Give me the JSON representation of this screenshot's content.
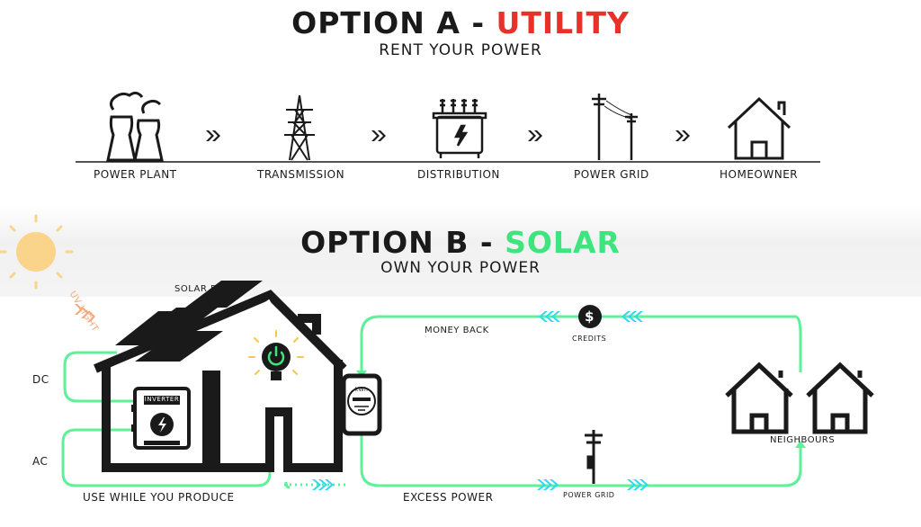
{
  "option_a": {
    "title_prefix": "OPTION A - ",
    "title_accent": "UTILITY",
    "subtitle": "RENT YOUR POWER",
    "steps": [
      "POWER PLANT",
      "TRANSMISSION",
      "DISTRIBUTION",
      "POWER GRID",
      "HOMEOWNER"
    ]
  },
  "option_b": {
    "title_prefix": "OPTION B - ",
    "title_accent": "SOLAR",
    "subtitle": "OWN YOUR POWER"
  },
  "labels": {
    "uv_light": "UV LIGHT",
    "solar_panels": "SOLAR PANELS",
    "dc": "DC",
    "ac": "AC",
    "inverter": "INVERTER",
    "meter": "kWh",
    "money_back": "MONEY BACK",
    "credits": "CREDITS",
    "neighbours": "NEIGHBOURS",
    "use_while_you_produce": "USE WHILE YOU PRODUCE",
    "excess_power": "EXCESS POWER",
    "power_grid": "POWER GRID"
  },
  "colors": {
    "utility_accent": "#e8312a",
    "solar_accent": "#3ee57f",
    "flow_line": "#5ff09a",
    "arrow": "#2bd9f0",
    "sun": "#f9d48a"
  },
  "icons": [
    "sun-icon",
    "power-plant-icon",
    "transmission-tower-icon",
    "transformer-icon",
    "utility-pole-icon",
    "house-icon",
    "solar-panel-icon",
    "inverter-icon",
    "light-bulb-icon",
    "power-button-icon",
    "meter-icon",
    "dollar-icon",
    "neighbour-house-icon",
    "chevron-icon"
  ]
}
